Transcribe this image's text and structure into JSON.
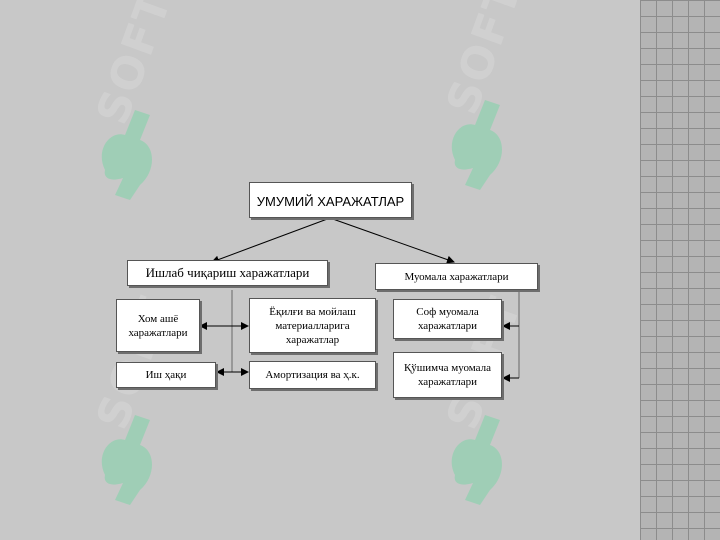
{
  "diagram": {
    "root": "УМУМИЙ ХАРАЖАТЛАР",
    "left_branch": {
      "label": "Ишлаб чиқариш харажатлари",
      "children": [
        "Хом ашё харажатлари",
        "Ёқилғи ва мойлаш материалларига харажатлар",
        "Иш ҳақи",
        "Амортизация ва ҳ.к."
      ]
    },
    "right_branch": {
      "label": "Муомала харажатлари",
      "children": [
        "Соф муомала харажатлари",
        "Қўшимча муомала харажатлари"
      ]
    }
  },
  "watermark": {
    "text": "SOFT",
    "color": "#7fd4a8"
  },
  "colors": {
    "background": "#c8c8c8",
    "box": "#ffffff",
    "border": "#555555"
  }
}
